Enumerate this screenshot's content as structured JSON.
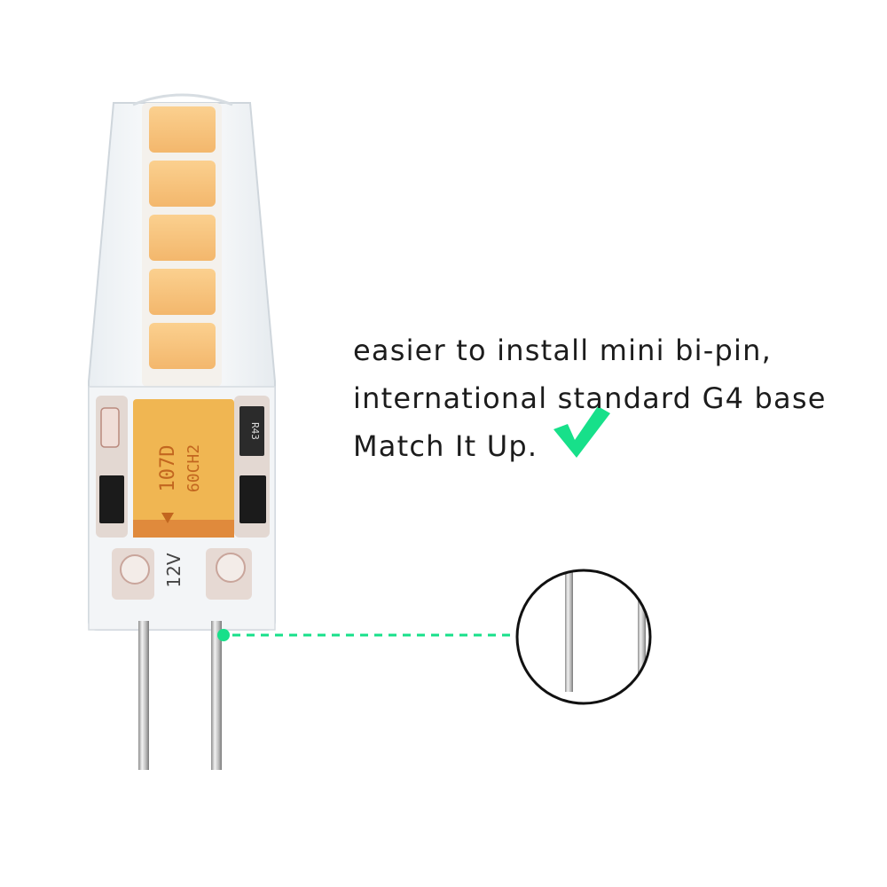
{
  "caption": {
    "lines": [
      "easier to install mini bi-pin,",
      "international standard G4 base",
      "Match It Up."
    ]
  },
  "component_labels": {
    "capacitor_line1": "107D",
    "capacitor_line2": "60CH2",
    "resistor": "R43",
    "voltage": "12V"
  },
  "colors": {
    "led_chip": "#F6C27E",
    "capacitor": "#F0B652",
    "capacitor_band": "#E08A3C",
    "accent_green": "#17E08A",
    "pin_metal": "#B9B9B9"
  },
  "icons": [
    "checkmark-icon"
  ]
}
